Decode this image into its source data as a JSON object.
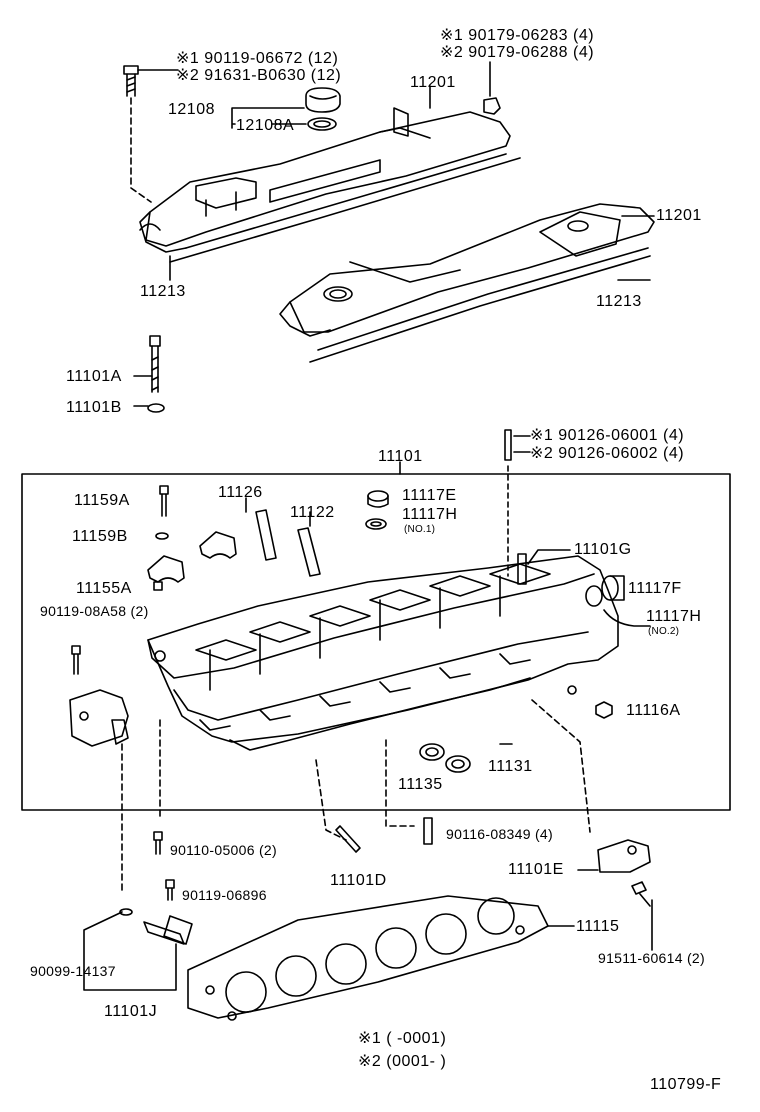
{
  "labels": {
    "p90119_06672": "※1  90119-06672 (12)",
    "p91631_b0630": "※2  91631-B0630 (12)",
    "p90179_06283": "※1  90179-06283 (4)",
    "p90179_06288": "※2  90179-06288 (4)",
    "p11201_top": "11201",
    "p12108": "12108",
    "p12108a": "12108A",
    "p11201_right": "11201",
    "p11213_left": "11213",
    "p11213_right": "11213",
    "p11101a": "11101A",
    "p11101b": "11101B",
    "p90126_06001": "※1  90126-06001 (4)",
    "p90126_06002": "※2  90126-06002 (4)",
    "p11101": "11101",
    "p11159a": "11159A",
    "p11126": "11126",
    "p11117e": "11117E",
    "p11122": "11122",
    "p11117h_no1": "11117H",
    "no1": "(NO.1)",
    "p11159b": "11159B",
    "p11101g": "11101G",
    "p11155a": "11155A",
    "p11117f": "11117F",
    "p90119_08a58": "90119-08A58 (2)",
    "p11117h_no2": "11117H",
    "no2": "(NO.2)",
    "p11116a": "11116A",
    "p11131": "11131",
    "p11135": "11135",
    "p90116_08349": "90116-08349 (4)",
    "p90110_05006": "90110-05006 (2)",
    "p11101e": "11101E",
    "p11101d": "11101D",
    "p90119_06896": "90119-06896",
    "p11115": "11115",
    "p90099_14137": "90099-14137",
    "p91511_60614": "91511-60614 (2)",
    "p11101j": "11101J",
    "note1": "※1  (          -0001)",
    "note2": "※2  (0001-          )",
    "diagram_code": "110799-F"
  }
}
